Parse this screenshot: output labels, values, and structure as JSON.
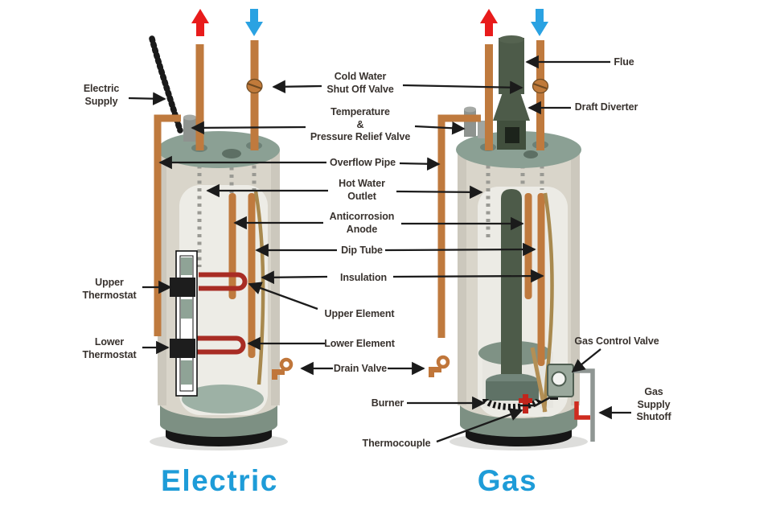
{
  "page": {
    "background": "#ffffff"
  },
  "colors": {
    "caption_blue": "#1e9cd8",
    "hot_flow_red": "#e81b1b",
    "cold_flow_blue": "#2aa2e2",
    "pipe_orange": "#bf7a3e",
    "tank_cream": "#d9d5ca",
    "tank_top_sage": "#8ba094",
    "flue_dark_green": "#4d5b49",
    "element_red": "#a82c24",
    "arrow_black": "#1b1b1b",
    "label_text": "#38322e"
  },
  "flow_icons": {
    "hot_out": "red-up-arrow",
    "cold_in": "blue-down-arrow"
  },
  "electric": {
    "title": "Electric",
    "labels": {
      "electric_supply": "Electric\nSupply",
      "upper_thermostat": "Upper\nThermostat",
      "lower_thermostat": "Lower\nThermostat"
    }
  },
  "gas": {
    "title": "Gas",
    "labels": {
      "flue": "Flue",
      "draft_diverter": "Draft Diverter",
      "gas_control_valve": "Gas Control Valve",
      "gas_supply_shutoff": "Gas\nSupply\nShutoff"
    }
  },
  "shared": {
    "labels": {
      "cold_water_shut_off_valve": "Cold Water\nShut Off Valve",
      "temperature_pressure_relief_valve": "Temperature\n&\nPressure Relief Valve",
      "overflow_pipe": "Overflow Pipe",
      "hot_water_outlet": "Hot Water\nOutlet",
      "anticorrosion_anode": "Anticorrosion\nAnode",
      "dip_tube": "Dip Tube",
      "insulation": "Insulation",
      "upper_element": "Upper Element",
      "lower_element": "Lower Element",
      "drain_valve": "Drain Valve",
      "burner": "Burner",
      "thermocouple": "Thermocouple"
    }
  }
}
